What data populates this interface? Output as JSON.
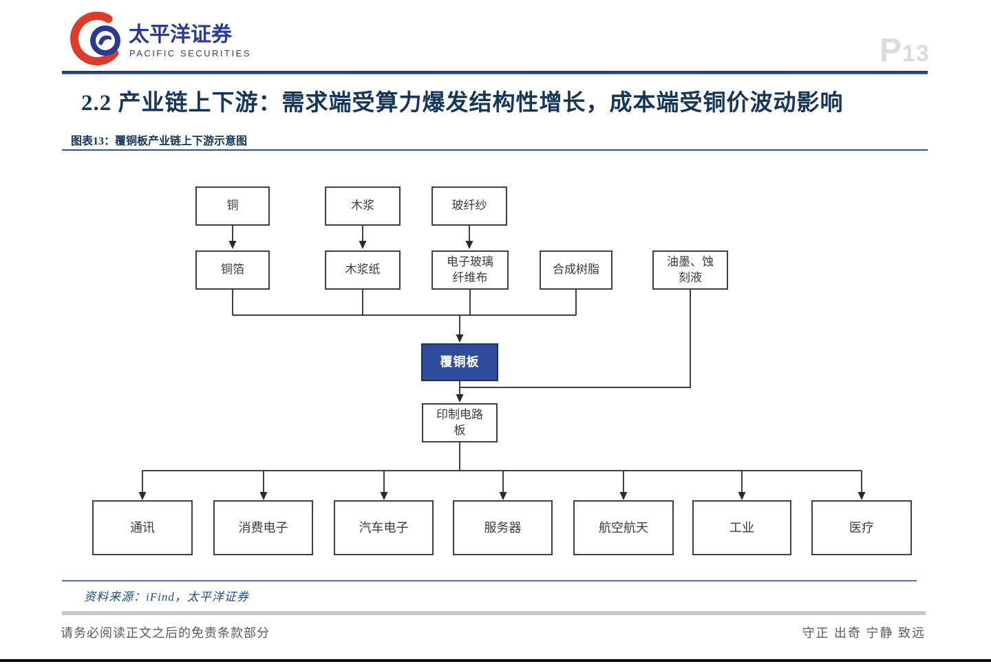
{
  "brand": {
    "logo_cn": "太平洋证券",
    "logo_en": "PACIFIC SECURITIES"
  },
  "page_number": {
    "prefix": "P",
    "value": "13"
  },
  "title": "2.2 产业链上下游：需求端受算力爆发结构性增长，成本端受铜价波动影响",
  "figure_caption": "图表13：覆铜板产业链上下游示意图",
  "diagram": {
    "upstream_raw": [
      "铜",
      "木浆",
      "玻纤纱"
    ],
    "upstream_materials": [
      "铜箔",
      "木浆纸",
      "电子玻璃纤维布",
      "合成树脂",
      "油墨、蚀刻液"
    ],
    "core": "覆铜板",
    "midstream": "印制电路板",
    "downstream": [
      "通讯",
      "消费电子",
      "汽车电子",
      "服务器",
      "航空航天",
      "工业",
      "医疗"
    ],
    "flow": [
      "铜→铜箔",
      "木浆→木浆纸",
      "玻纤纱→电子玻璃纤维布",
      "铜箔+木浆纸+电子玻璃纤维布+合成树脂→覆铜板",
      "覆铜板+油墨、蚀刻液→印制电路板",
      "印制电路板→通讯/消费电子/汽车电子/服务器/航空航天/工业/医疗"
    ]
  },
  "source_note": "资料来源：iFind，太平洋证券",
  "footer": {
    "disclaimer": "请务必阅读正文之后的免责条款部分",
    "motto": "守正 出奇 宁静 致远"
  },
  "colors": {
    "accent_navy": "#15355B",
    "brand_blue": "#2B3990",
    "brand_red": "#DD3A2A",
    "ccl_box_blue": "#2E4B9E",
    "connector_gray": "#3F3F3F",
    "page_number_gray": "#DBDBDB"
  }
}
